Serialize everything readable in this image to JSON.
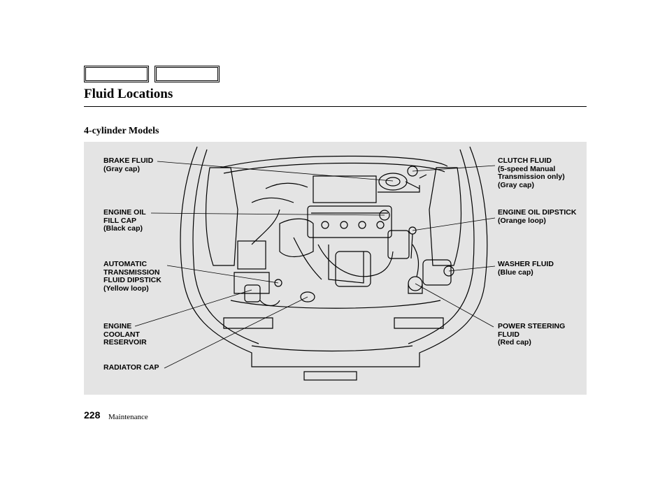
{
  "header": {
    "title": "Fluid Locations",
    "subtitle": "4-cylinder Models"
  },
  "callouts": {
    "brake_fluid": {
      "name": "BRAKE FLUID",
      "note": "(Gray cap)"
    },
    "engine_oil_fill_cap": {
      "line1": "ENGINE OIL",
      "line2": "FILL CAP",
      "note": "(Black cap)"
    },
    "atf_dipstick": {
      "line1": "AUTOMATIC",
      "line2": "TRANSMISSION",
      "line3": "FLUID DIPSTICK",
      "note": "(Yellow loop)"
    },
    "coolant_reservoir": {
      "line1": "ENGINE",
      "line2": "COOLANT",
      "line3": "RESERVOIR"
    },
    "radiator_cap": {
      "name": "RADIATOR CAP"
    },
    "clutch_fluid": {
      "name": "CLUTCH FLUID",
      "note1": "(5-speed Manual",
      "note2": "Transmission only)",
      "note3": "(Gray cap)"
    },
    "engine_oil_dipstick": {
      "name": "ENGINE OIL DIPSTICK",
      "note": "(Orange loop)"
    },
    "washer_fluid": {
      "name": "WASHER FLUID",
      "note": "(Blue cap)"
    },
    "power_steering_fluid": {
      "line1": "POWER STEERING",
      "line2": "FLUID",
      "note": "(Red cap)"
    }
  },
  "footer": {
    "page_number": "228",
    "section": "Maintenance"
  }
}
